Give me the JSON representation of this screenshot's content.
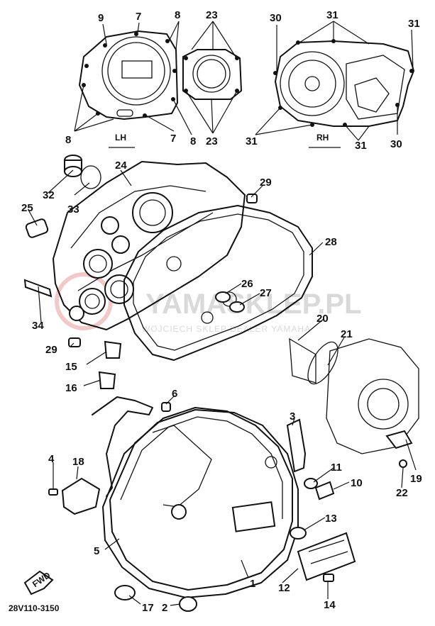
{
  "diagram": {
    "code": "28V110-3150",
    "views": {
      "lh": "LH",
      "rh": "RH"
    },
    "fwd_label": "FWD",
    "watermark": {
      "brand": "YAMASKLEP.PL",
      "subtitle": "WOJCIECH SKLEP DEALER YAMAHA"
    },
    "callouts": [
      "9",
      "7",
      "8",
      "23",
      "30",
      "31",
      "31",
      "8",
      "8",
      "7",
      "8",
      "23",
      "31",
      "31",
      "30",
      "24",
      "29",
      "32",
      "33",
      "25",
      "28",
      "26",
      "27",
      "34",
      "29",
      "20",
      "21",
      "15",
      "16",
      "6",
      "3",
      "19",
      "22",
      "4",
      "18",
      "11",
      "10",
      "13",
      "5",
      "1",
      "12",
      "14",
      "17",
      "2"
    ]
  }
}
